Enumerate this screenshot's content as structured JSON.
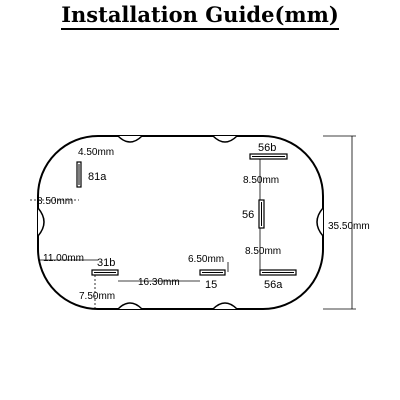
{
  "title": "Installation Guide(mm)",
  "dimensions": {
    "width": "35.50mm",
    "top_left_offset": "4.50mm",
    "left_offset": "8.50mm",
    "bottom_left_offset": "11.00mm",
    "bottom_left_height": "7.50mm",
    "pin_spacing": "16.30mm",
    "pin15_offset": "6.50mm",
    "right_top_offset": "8.50mm",
    "right_bottom_offset": "8.50mm"
  },
  "pins": {
    "p81a": "81a",
    "p31b": "31b",
    "p15": "15",
    "p56b": "56b",
    "p56": "56",
    "p56a": "56a"
  }
}
